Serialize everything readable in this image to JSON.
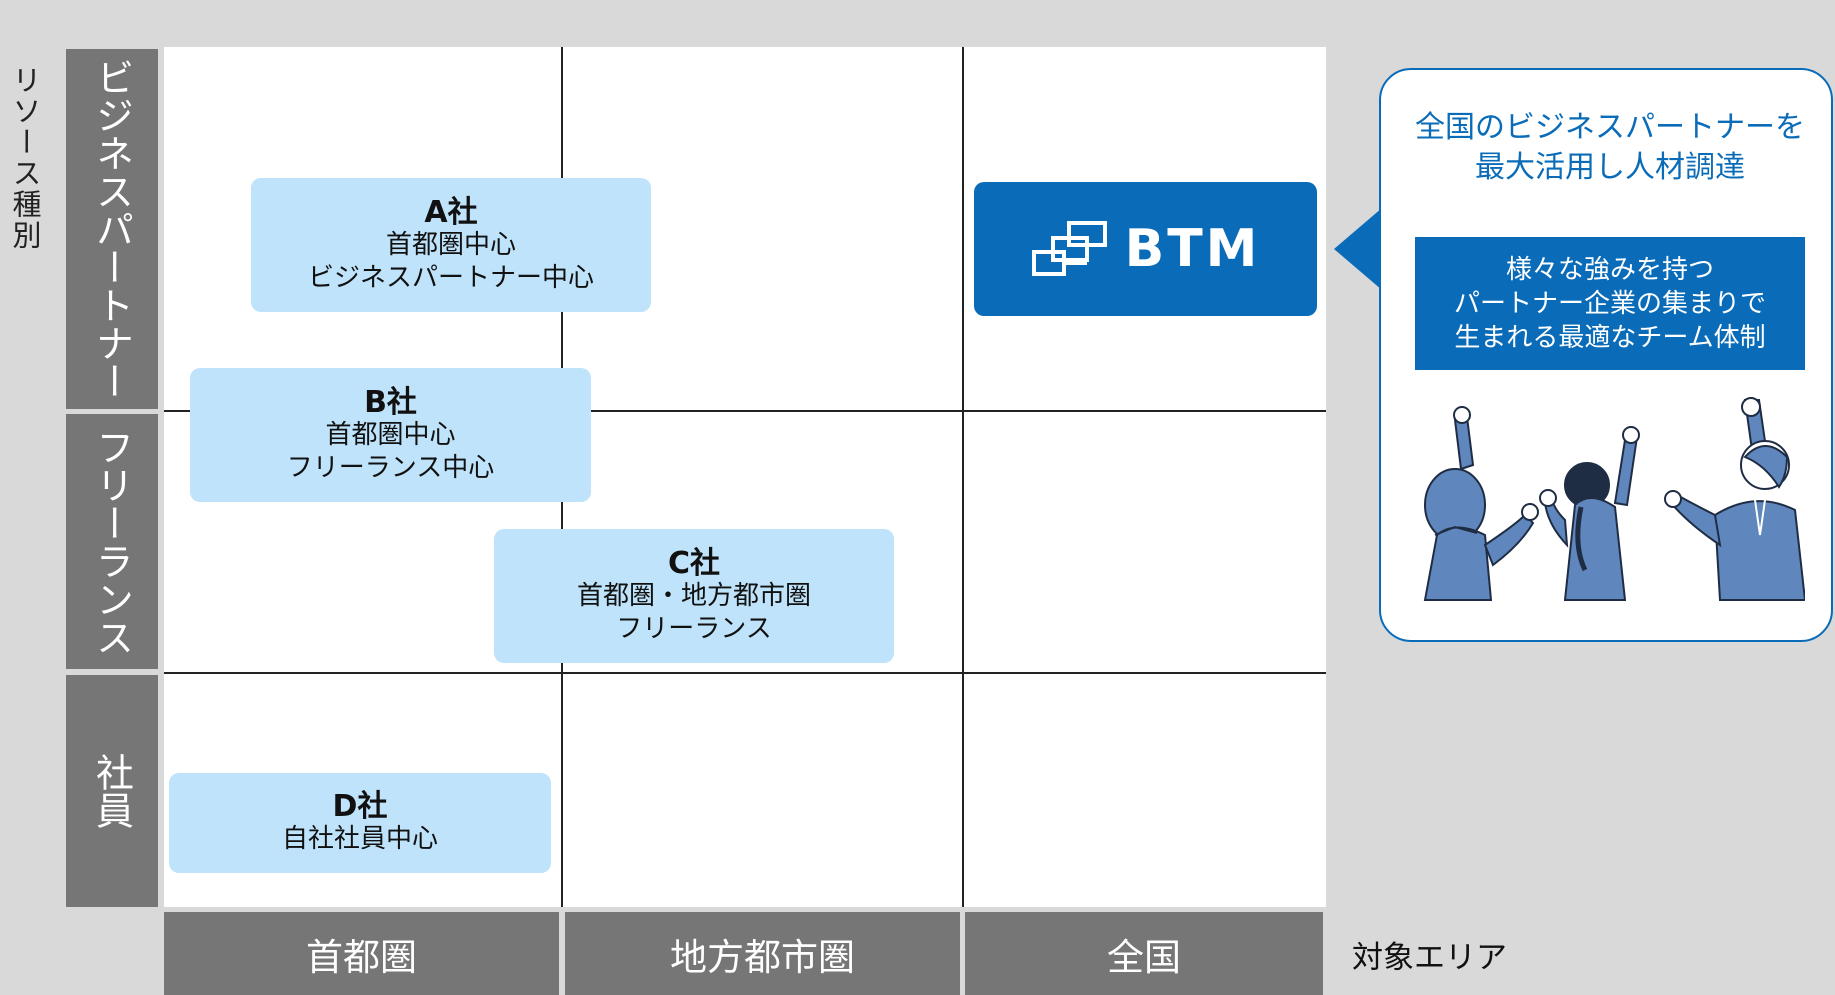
{
  "axes": {
    "y_title": "リソース種別",
    "x_title": "対象エリア"
  },
  "rows": {
    "business_partner": "ビジネスパートナー",
    "freelance": "フリーランス",
    "employee": "社員"
  },
  "columns": {
    "metro": "首都圏",
    "regional": "地方都市圏",
    "national": "全国"
  },
  "companies": {
    "a": {
      "name": "A社",
      "line1": "首都圏中心",
      "line2": "ビジネスパートナー中心"
    },
    "b": {
      "name": "B社",
      "line1": "首都圏中心",
      "line2": "フリーランス中心"
    },
    "c": {
      "name": "C社",
      "line1": "首都圏・地方都市圏",
      "line2": "フリーランス"
    },
    "d": {
      "name": "D社",
      "line1": "自社社員中心"
    }
  },
  "btm": {
    "logo_text": "BTM"
  },
  "callout": {
    "title_line1": "全国のビジネスパートナーを",
    "title_line2": "最大活用し人材調達",
    "box_line1": "様々な強みを持つ",
    "box_line2": "パートナー企業の集まりで",
    "box_line3": "生まれる最適なチーム体制"
  },
  "colors": {
    "background": "#d9d9d9",
    "header_gray": "#767676",
    "company_fill": "#bfe3fa",
    "brand_blue": "#0a6cb8",
    "illustration_blue": "#5f86bd"
  },
  "icons": [
    "btm-logo-icon",
    "cheering-people-illustration"
  ]
}
